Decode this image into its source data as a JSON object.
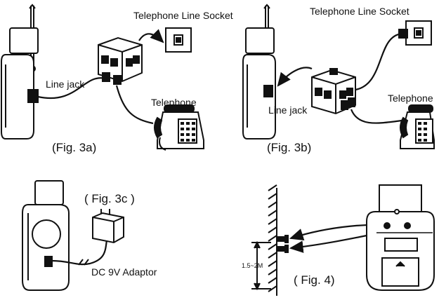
{
  "fig3a": {
    "socket_label": "Telephone Line Socket",
    "jack_label": "Line jack",
    "phone_label": "Telephone",
    "caption": "(Fig. 3a)"
  },
  "fig3b": {
    "socket_label": "Telephone Line Socket",
    "jack_label": "Line jack",
    "phone_label": "Telephone",
    "caption": "(Fig. 3b)"
  },
  "fig3c": {
    "caption": "( Fig. 3c )",
    "adaptor_label": "DC 9V Adaptor"
  },
  "fig4": {
    "caption": "( Fig. 4)",
    "height_label": "1.5~2M"
  },
  "colors": {
    "ink": "#111111",
    "paper": "#ffffff"
  },
  "icons": [
    "radio-device-icon",
    "double-adapter-icon",
    "wall-socket-icon",
    "telephone-icon",
    "power-adaptor-icon",
    "wall-hook-icon"
  ]
}
